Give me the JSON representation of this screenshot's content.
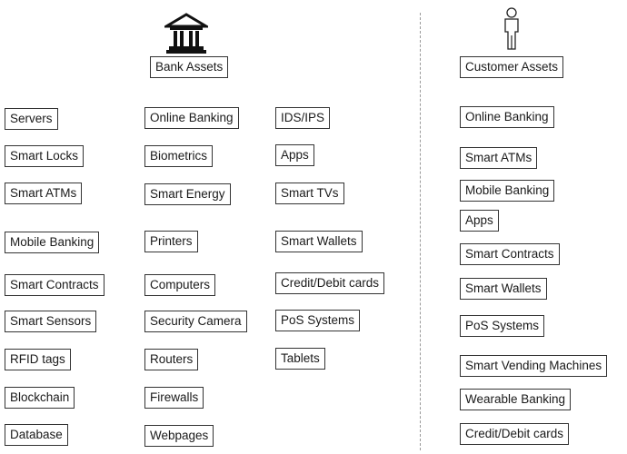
{
  "bank": {
    "title": "Bank Assets",
    "icon": "bank-building-icon",
    "col1": [
      "Servers",
      "Smart Locks",
      "Smart ATMs",
      "Mobile Banking",
      "Smart Contracts",
      "Smart Sensors",
      "RFID tags",
      "Blockchain",
      "Database"
    ],
    "col2": [
      "Online Banking",
      "Biometrics",
      "Smart Energy",
      "Printers",
      "Computers",
      "Security Camera",
      "Routers",
      "Firewalls",
      "Webpages"
    ],
    "col3": [
      "IDS/IPS",
      "Apps",
      "Smart TVs",
      "Smart Wallets",
      "Credit/Debit cards",
      "PoS Systems",
      "Tablets"
    ]
  },
  "customer": {
    "title": "Customer Assets",
    "icon": "person-icon",
    "items": [
      "Online Banking",
      "Smart ATMs",
      "Mobile Banking",
      "Apps",
      "Smart Contracts",
      "Smart Wallets",
      "PoS Systems",
      "Smart Vending Machines",
      "Wearable Banking",
      "Credit/Debit cards"
    ]
  }
}
